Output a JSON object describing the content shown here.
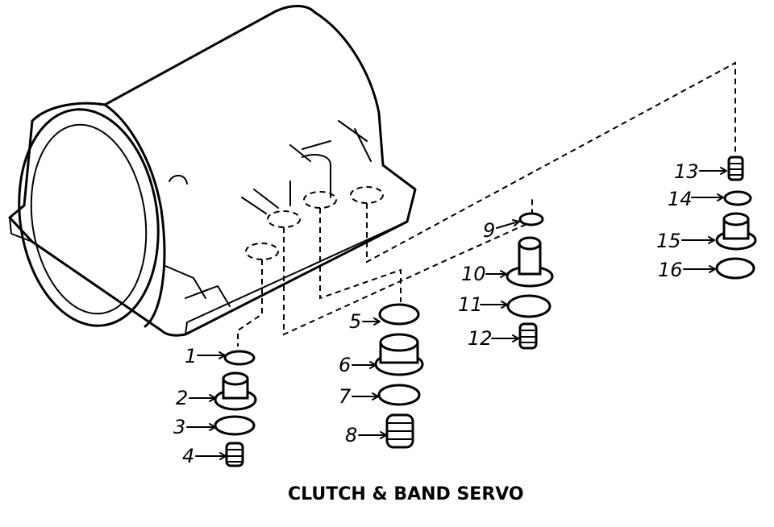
{
  "caption": "CLUTCH & BAND SERVO",
  "callouts": [
    "1",
    "2",
    "3",
    "4",
    "5",
    "6",
    "7",
    "8",
    "9",
    "10",
    "11",
    "12",
    "13",
    "14",
    "15",
    "16"
  ]
}
